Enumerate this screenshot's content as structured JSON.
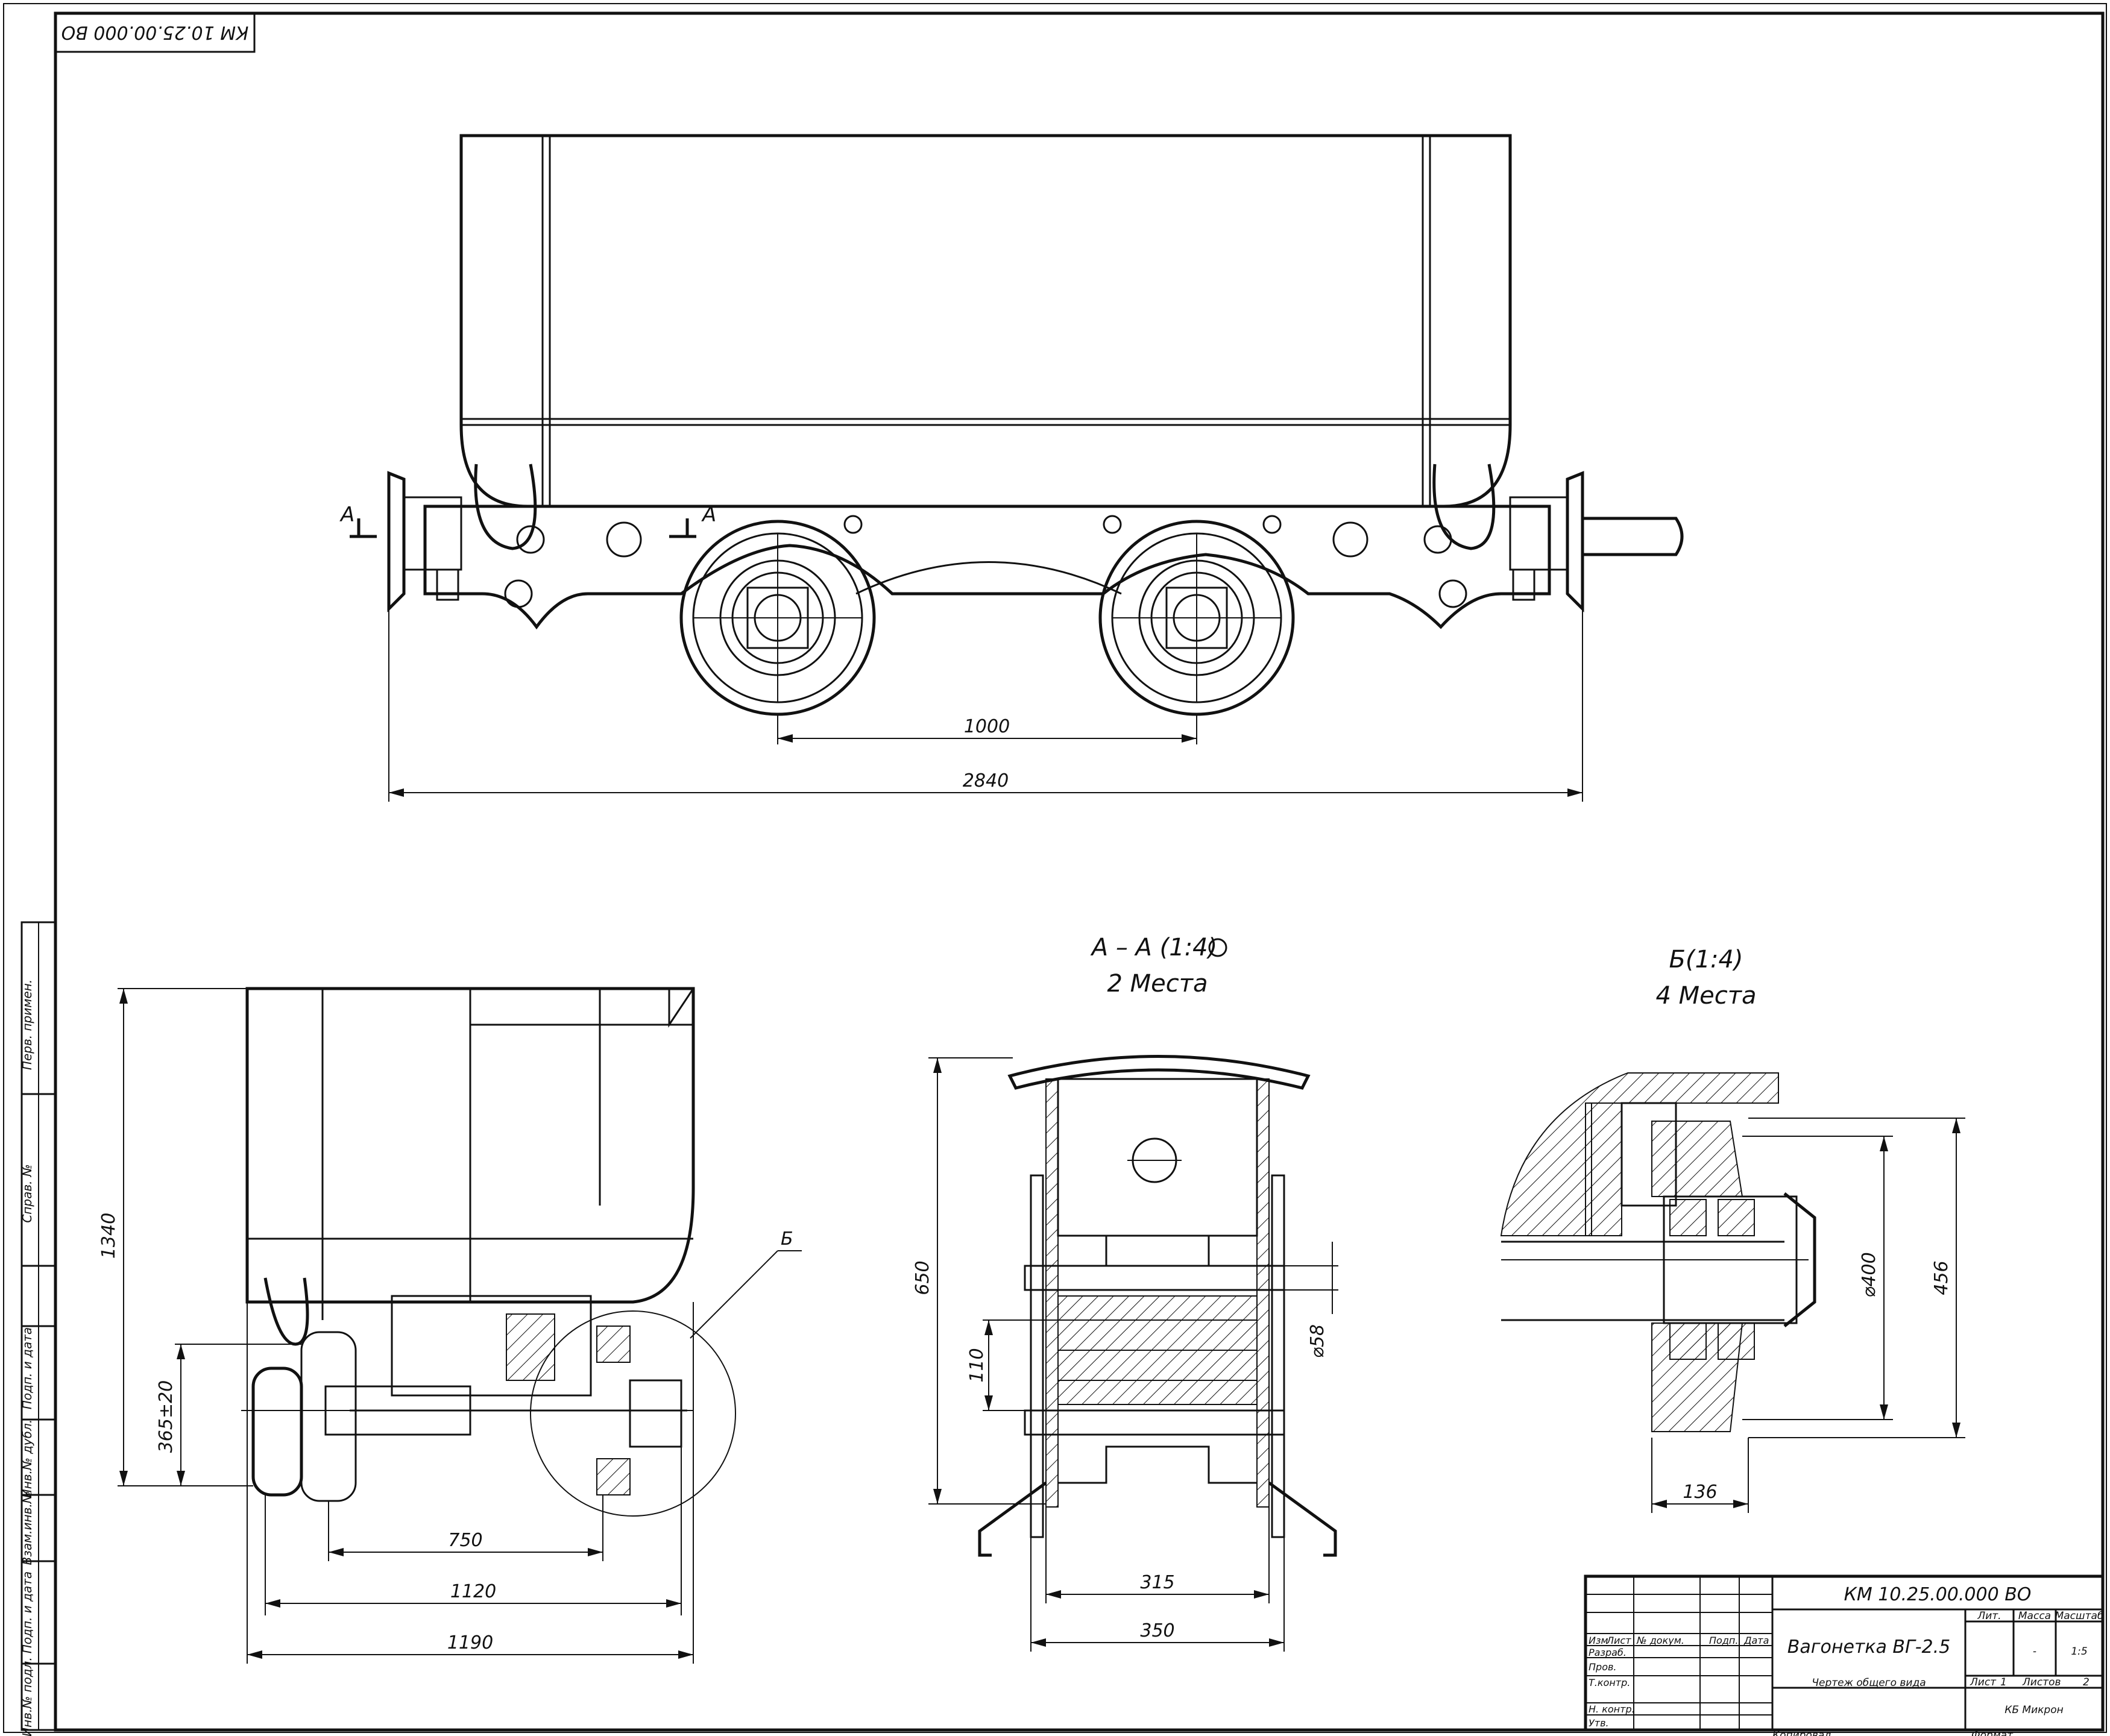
{
  "stamp_top": "КМ 10.25.00.000 ВО",
  "main_view": {
    "section_mark_left": "А",
    "section_mark_right": "А",
    "dim_wheelbase": "1000",
    "dim_length": "2840"
  },
  "side_view": {
    "detail_mark": "Б",
    "dim_height": "1340",
    "dim_axle_height": "365±20",
    "dim_gauge": "750",
    "dim_width_1": "1120",
    "dim_width_2": "1190"
  },
  "section_view": {
    "title": "А – А (1:4)",
    "subtitle": "2 Места",
    "dim_height": "650",
    "dim_spring": "110",
    "dim_pin": "⌀58",
    "dim_inner": "315",
    "dim_outer": "350"
  },
  "detail_view": {
    "title": "Б(1:4)",
    "subtitle": "4 Места",
    "dim_wheel": "⌀400",
    "dim_flange": "456",
    "dim_hub": "136"
  },
  "left_margin": {
    "rows": [
      "Перв. примен.",
      "Справ. №",
      "Подп. и дата",
      "Инв.№ дубл.",
      "Взам.инв.№",
      "Подп. и дата",
      "Инв.№ подл."
    ]
  },
  "title_block": {
    "designation": "КМ 10.25.00.000 ВО",
    "name": "Вагонетка ВГ-2.5",
    "doc_type": "Чертеж общего вида",
    "col_izm": "Изм",
    "col_list": "Лист",
    "col_doc": "№ докум.",
    "col_sign": "Подп.",
    "col_date": "Дата",
    "row_razrab": "Разраб.",
    "row_prov": "Пров.",
    "row_tkontr": "Т.контр.",
    "row_nkontr": "Н. контр.",
    "row_utv": "Утв.",
    "lit": "Лит.",
    "mass": "Масса",
    "scale": "Масштаб",
    "mass_value": "-",
    "scale_value": "1:5",
    "sheet": "Лист",
    "sheet_value": "1",
    "sheets": "Листов",
    "sheets_value": "2",
    "org": "КБ Микрон",
    "copied": "Копировал",
    "format": "Формат"
  }
}
